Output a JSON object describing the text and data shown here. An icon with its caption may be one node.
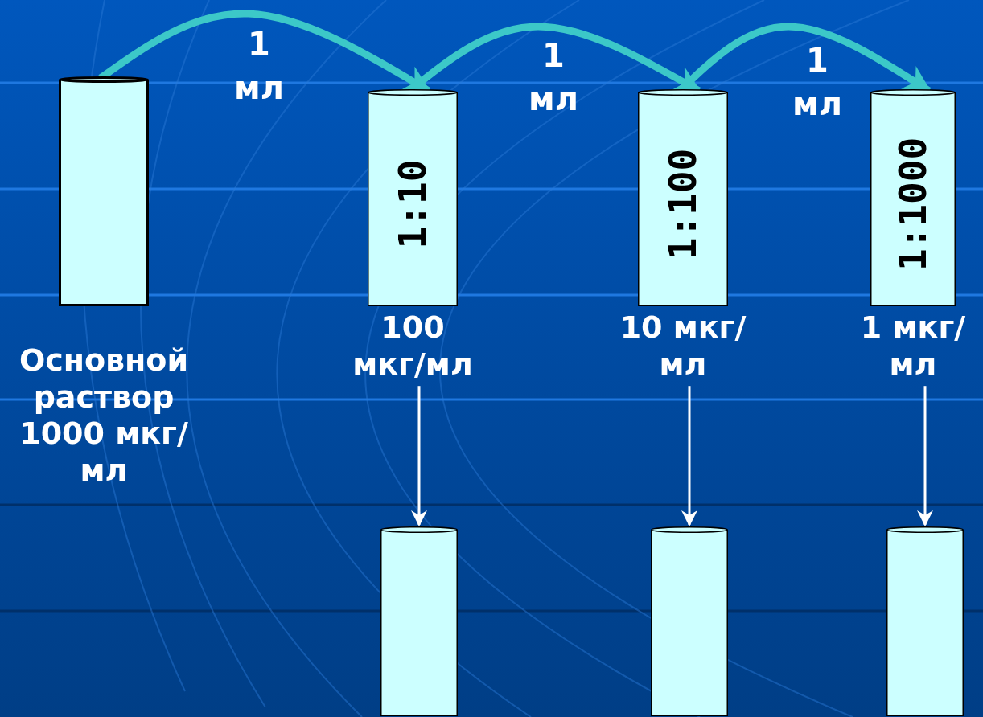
{
  "diagram": {
    "nodes": [
      {
        "text": [],
        "shape": "cylinder",
        "beside": [
          "Основной раствор 1000 мкг/мл"
        ]
      },
      {
        "text": [
          "1:10"
        ],
        "beside": [
          "100 мкг/мл"
        ]
      },
      {
        "text": [
          "1:100"
        ],
        "beside": [
          "10 мкг/мл"
        ]
      },
      {
        "text": [
          "1:1000"
        ],
        "beside": [
          "1 мкг/мл"
        ]
      },
      {
        "text": [],
        "shape": "cylinder"
      },
      {
        "text": [],
        "shape": "cylinder"
      },
      {
        "text": [],
        "shape": "cylinder"
      }
    ],
    "edges": [
      {
        "from": 0,
        "to": 1,
        "arrow": "to",
        "label": "1 мл",
        "style": "thick",
        "color": "#3cc8c8"
      },
      {
        "from": 1,
        "to": 2,
        "arrow": "to",
        "label": "1 мл",
        "style": "thick",
        "color": "#3cc8c8"
      },
      {
        "from": 2,
        "to": 3,
        "arrow": "to",
        "label": "1 мл",
        "style": "thick",
        "color": "#3cc8c8"
      },
      {
        "from": 1,
        "to": 4,
        "arrow": "to",
        "color": "#ffffff"
      },
      {
        "from": 2,
        "to": 5,
        "arrow": "to",
        "color": "#ffffff"
      },
      {
        "from": 3,
        "to": 6,
        "arrow": "to",
        "color": "#ffffff"
      }
    ]
  }
}
